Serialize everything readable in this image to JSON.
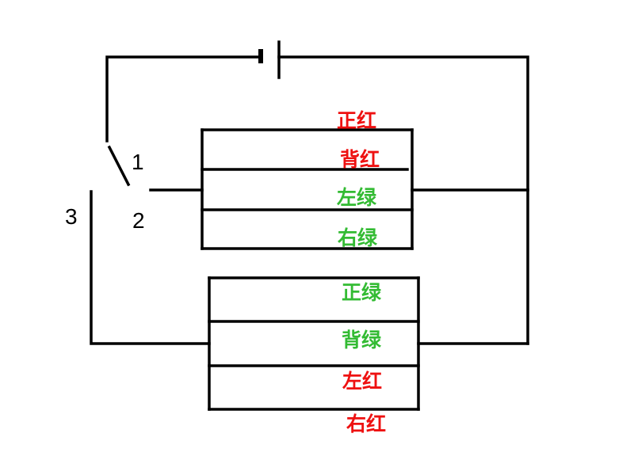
{
  "diagram": {
    "type": "circuit",
    "colors": {
      "red": "#ee1111",
      "green": "#33bb33",
      "wire": "#000000"
    },
    "battery": {
      "name": "battery"
    },
    "switch": {
      "terminals": [
        {
          "id": "1",
          "label": "1"
        },
        {
          "id": "2",
          "label": "2"
        },
        {
          "id": "3",
          "label": "3"
        }
      ]
    },
    "upper_group": {
      "lamps": [
        {
          "label": "正红",
          "color": "red"
        },
        {
          "label": "背红",
          "color": "red"
        },
        {
          "label": "左绿",
          "color": "green"
        },
        {
          "label": "右绿",
          "color": "green"
        }
      ]
    },
    "lower_group": {
      "lamps": [
        {
          "label": "正绿",
          "color": "green"
        },
        {
          "label": "背绿",
          "color": "green"
        },
        {
          "label": "左红",
          "color": "red"
        },
        {
          "label": "右红",
          "color": "red"
        }
      ]
    }
  }
}
